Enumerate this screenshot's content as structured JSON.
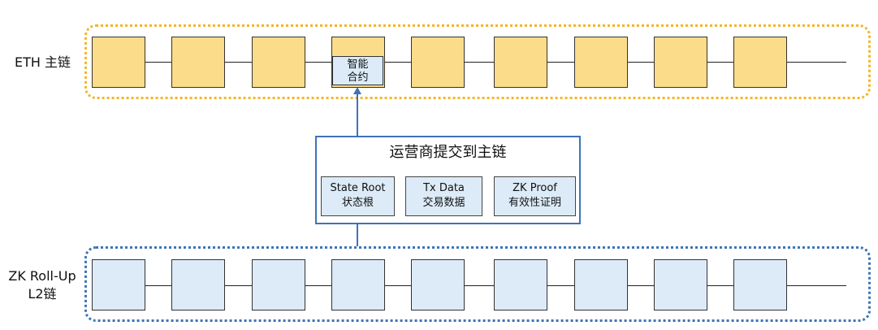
{
  "eth_chain": {
    "label": "ETH 主链",
    "block_count": 9,
    "contract": {
      "line1": "智能",
      "line2": "合约"
    }
  },
  "l2_chain": {
    "label_line1": "ZK Roll-Up",
    "label_line2": "L2链",
    "block_count": 9
  },
  "operator": {
    "title": "运营商提交到主链",
    "items": [
      {
        "en": "State Root",
        "zh": "状态根"
      },
      {
        "en": "Tx Data",
        "zh": "交易数据"
      },
      {
        "en": "ZK Proof",
        "zh": "有效性证明"
      }
    ]
  },
  "colors": {
    "eth_border": "#f5b526",
    "eth_block": "#fbdc8b",
    "l2_border": "#3d74b6",
    "l2_block": "#dcebf7",
    "arrow": "#3d74b6"
  }
}
